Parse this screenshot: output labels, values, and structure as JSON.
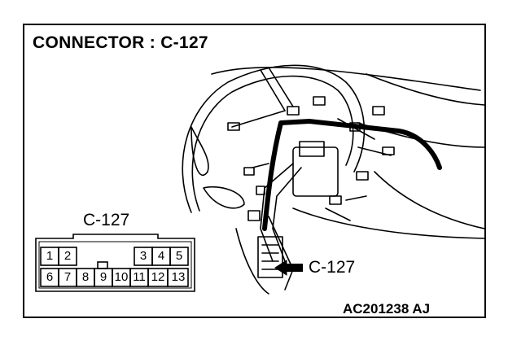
{
  "diagram": {
    "title": "CONNECTOR : C-127",
    "connector_label": "C-127",
    "callout_label": "C-127",
    "reference_code": "AC201238  AJ",
    "pins_top": [
      "1",
      "2",
      "3",
      "4",
      "5"
    ],
    "pins_bottom": [
      "6",
      "7",
      "8",
      "9",
      "10",
      "11",
      "12",
      "13"
    ]
  }
}
